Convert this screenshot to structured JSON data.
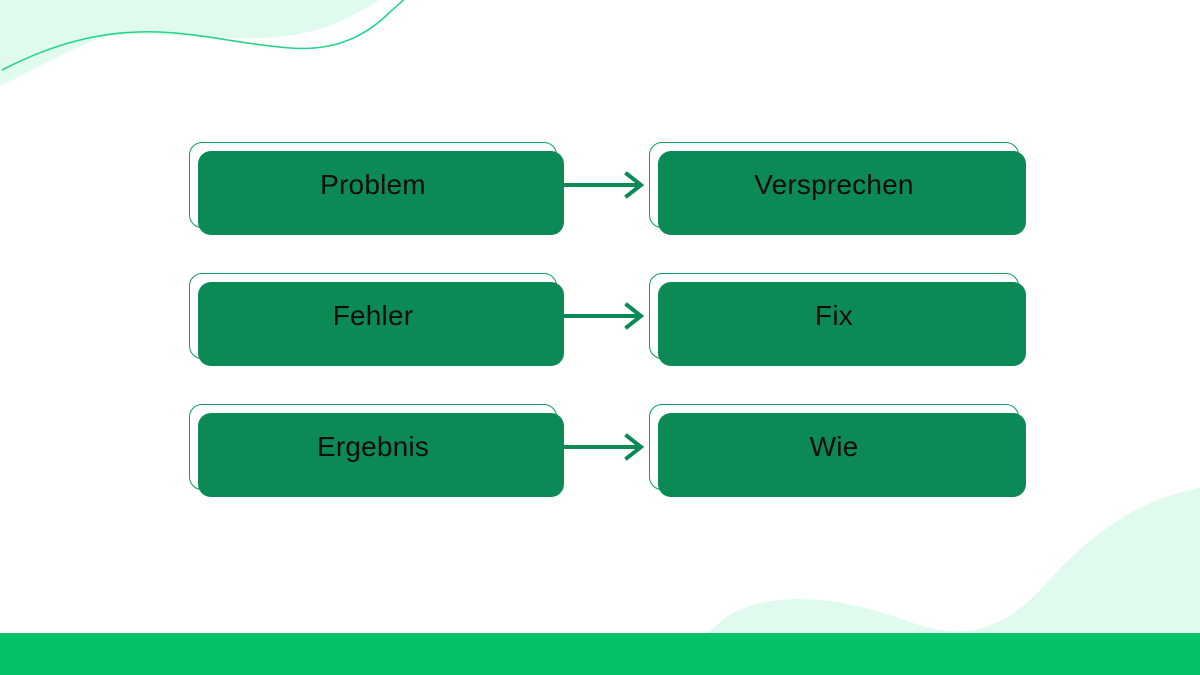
{
  "slide": {
    "background_color": "#ffffff",
    "accent_color": "#0b8a55",
    "border_color": "#0f9d5d",
    "footer_color": "#03c269",
    "blob_color": "#e0fbee",
    "curve_color": "#25d48c",
    "text_color": "#0d0d0d"
  },
  "diagram": {
    "type": "two-column-flow",
    "rows": [
      {
        "left_label": "Problem",
        "right_label": "Versprechen",
        "connector": "arrow-right"
      },
      {
        "left_label": "Fehler",
        "right_label": "Fix",
        "connector": "arrow-right"
      },
      {
        "left_label": "Ergebnis",
        "right_label": "Wie",
        "connector": "arrow-right"
      }
    ]
  },
  "decorations": {
    "top_left_blob": "mint-wave-blob",
    "top_left_curve": "thin-green-curve",
    "bottom_right_blob": "mint-wave-blob",
    "footer": "green-bar"
  }
}
